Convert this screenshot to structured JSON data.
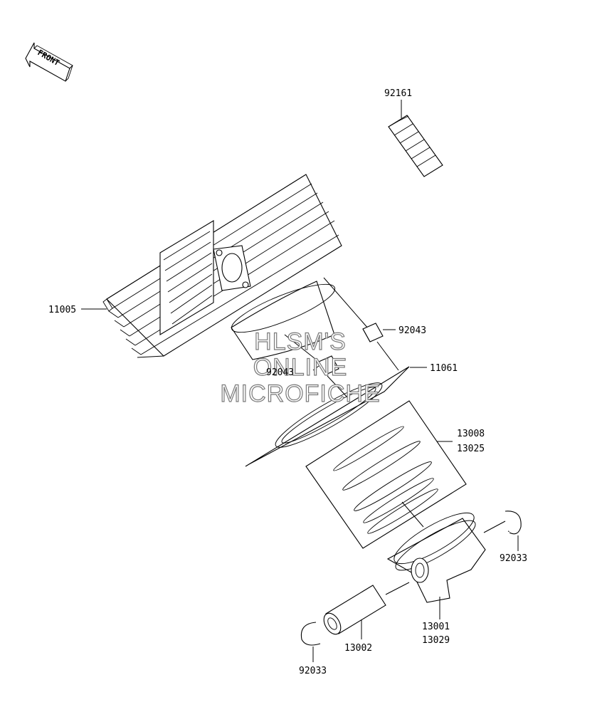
{
  "diagram": {
    "front_arrow": {
      "label": "FRONT"
    },
    "watermark": {
      "lines": [
        "HLSM'S",
        "ONLINE",
        "MICROFICHE"
      ]
    },
    "parts": [
      {
        "id": "cylinder",
        "numbers": [
          "11005"
        ]
      },
      {
        "id": "cylinder-stud-block",
        "numbers": [
          "92161"
        ]
      },
      {
        "id": "dowel-pin-upper",
        "numbers": [
          "92043"
        ]
      },
      {
        "id": "dowel-pin-lower",
        "numbers": [
          "92043"
        ]
      },
      {
        "id": "cylinder-gasket",
        "numbers": [
          "11061"
        ]
      },
      {
        "id": "piston-ring-set",
        "numbers": [
          "13008",
          "13025"
        ]
      },
      {
        "id": "piston-circlip-right",
        "numbers": [
          "92033"
        ]
      },
      {
        "id": "piston",
        "numbers": [
          "13001",
          "13029"
        ]
      },
      {
        "id": "piston-pin",
        "numbers": [
          "13002"
        ]
      },
      {
        "id": "piston-circlip-left",
        "numbers": [
          "92033"
        ]
      }
    ]
  }
}
